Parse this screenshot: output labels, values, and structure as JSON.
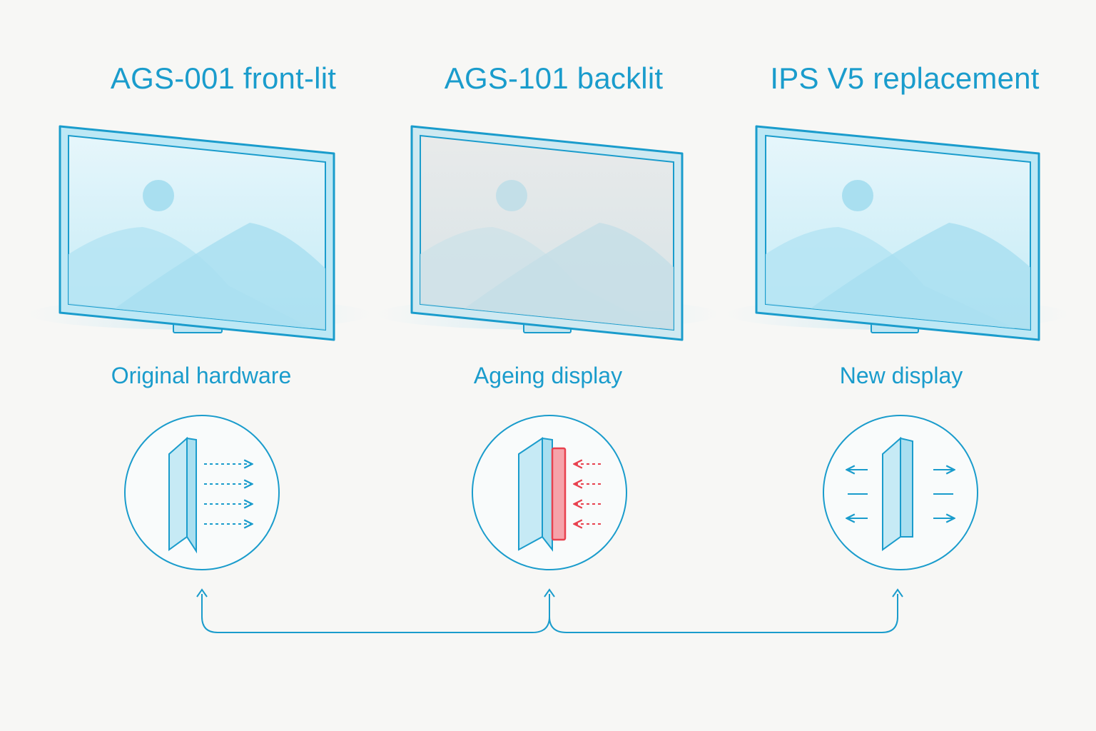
{
  "panels": [
    {
      "title": "AGS-001 front-lit",
      "caption": "Original hardware",
      "screen_state": "clear",
      "light_source": "front",
      "icon": "monitor-landscape-icon",
      "detail_icon": "front-light-layer-icon"
    },
    {
      "title": "AGS-101 backlit",
      "caption": "Ageing display",
      "screen_state": "faded",
      "light_source": "back",
      "icon": "monitor-landscape-faded-icon",
      "detail_icon": "backlight-layer-icon"
    },
    {
      "title": "IPS V5 replacement",
      "caption": "New display",
      "screen_state": "clear",
      "light_source": "ips",
      "icon": "monitor-landscape-icon",
      "detail_icon": "ips-panel-layer-icon"
    }
  ],
  "colors": {
    "accent": "#1a9ccc",
    "warning": "#e8414e",
    "screen_fill": "#cdeef8",
    "faded_fill": "#dde5e8",
    "background": "#f7f7f5"
  },
  "connector_icon": "branching-arrows-icon"
}
